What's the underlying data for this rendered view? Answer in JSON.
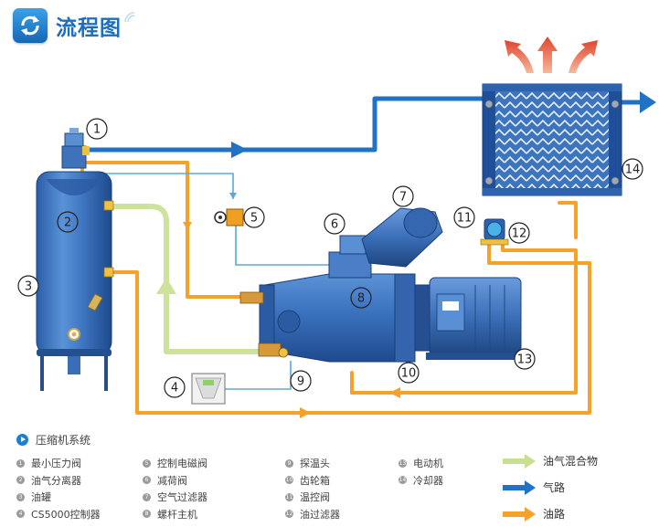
{
  "header": {
    "title": "流程图"
  },
  "system": {
    "title": "压缩机系统"
  },
  "callouts": [
    "1",
    "2",
    "3",
    "4",
    "5",
    "6",
    "7",
    "8",
    "9",
    "10",
    "11",
    "12",
    "13",
    "14"
  ],
  "components": [
    {
      "num": "1",
      "name": "最小压力阀"
    },
    {
      "num": "2",
      "name": "油气分离器"
    },
    {
      "num": "3",
      "name": "油罐"
    },
    {
      "num": "4",
      "name": "CS5000控制器"
    },
    {
      "num": "5",
      "name": "控制电磁阀"
    },
    {
      "num": "6",
      "name": "减荷阀"
    },
    {
      "num": "7",
      "name": "空气过滤器"
    },
    {
      "num": "8",
      "name": "螺杆主机"
    },
    {
      "num": "9",
      "name": "探温头"
    },
    {
      "num": "10",
      "name": "齿轮箱"
    },
    {
      "num": "11",
      "name": "温控阀"
    },
    {
      "num": "12",
      "name": "油过滤器"
    },
    {
      "num": "13",
      "name": "电动机"
    },
    {
      "num": "14",
      "name": "冷却器"
    }
  ],
  "flows": [
    {
      "label": "油气混合物",
      "color": "#c8e08f"
    },
    {
      "label": "气路",
      "color": "#1f72c4"
    },
    {
      "label": "油路",
      "color": "#f5a12a"
    }
  ],
  "colors": {
    "air": "#1f72c4",
    "oil": "#f5a12a",
    "mix": "#cde29a",
    "control": "#5aa8dc",
    "heat": "#e8644a"
  }
}
